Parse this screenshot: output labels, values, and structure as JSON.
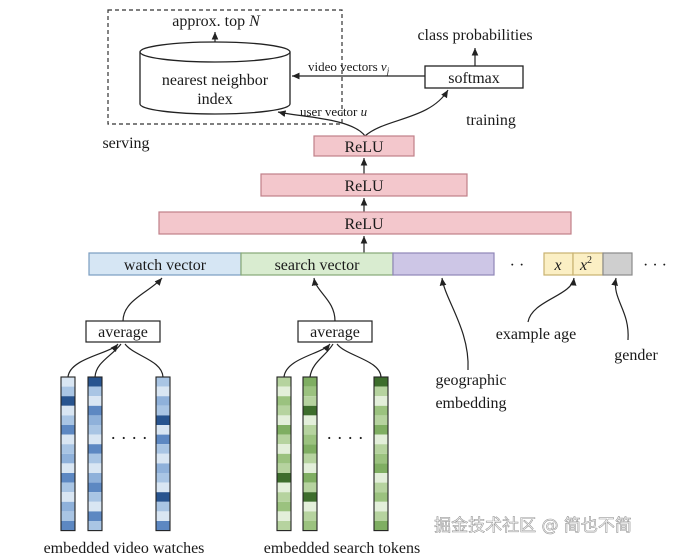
{
  "labels": {
    "approx_top": "approx. top",
    "approx_top_var": "N",
    "nn_index_line1": "nearest neighbor",
    "nn_index_line2": "index",
    "video_vectors": "video vectors",
    "video_vectors_var": "v",
    "video_vectors_sub": "j",
    "user_vector": "user vector",
    "user_vector_var": "u",
    "class_probabilities": "class probabilities",
    "softmax": "softmax",
    "training": "training",
    "serving": "serving",
    "relu_top": "ReLU",
    "relu_mid": "ReLU",
    "relu_bottom": "ReLU",
    "watch_vector": "watch vector",
    "search_vector": "search vector",
    "ellipsis_mid": "· ·",
    "feature_x": "x",
    "feature_x2": "x",
    "feature_x2_sup": "2",
    "ellipsis_right": "· · ·",
    "average_left": "average",
    "average_right": "average",
    "example_age": "example age",
    "gender": "gender",
    "geographic_line1": "geographic",
    "geographic_line2": "embedding",
    "dots_left": "· · · ·",
    "dots_right": "· · · ·",
    "embedded_video_watches": "embedded video watches",
    "embedded_search_tokens": "embedded search tokens",
    "watermark": "掘金技术社区 @ 简也不简"
  },
  "colors": {
    "relu_fill": "#f3c7cc",
    "relu_stroke": "#c08088",
    "watch_fill": "#d6e6f4",
    "search_fill": "#d9ecd0",
    "geo_fill": "#cdc6e6",
    "age_fill": "#fbefc4",
    "gender_fill": "#cfcfcf",
    "blue_cells": [
      "#d9e6f3",
      "#a9c5e4",
      "#5d88c2",
      "#28548f",
      "#8fb1da"
    ],
    "green_cells": [
      "#e3efda",
      "#b6d39f",
      "#7fae62",
      "#3d6d2c",
      "#9bc27f"
    ]
  }
}
